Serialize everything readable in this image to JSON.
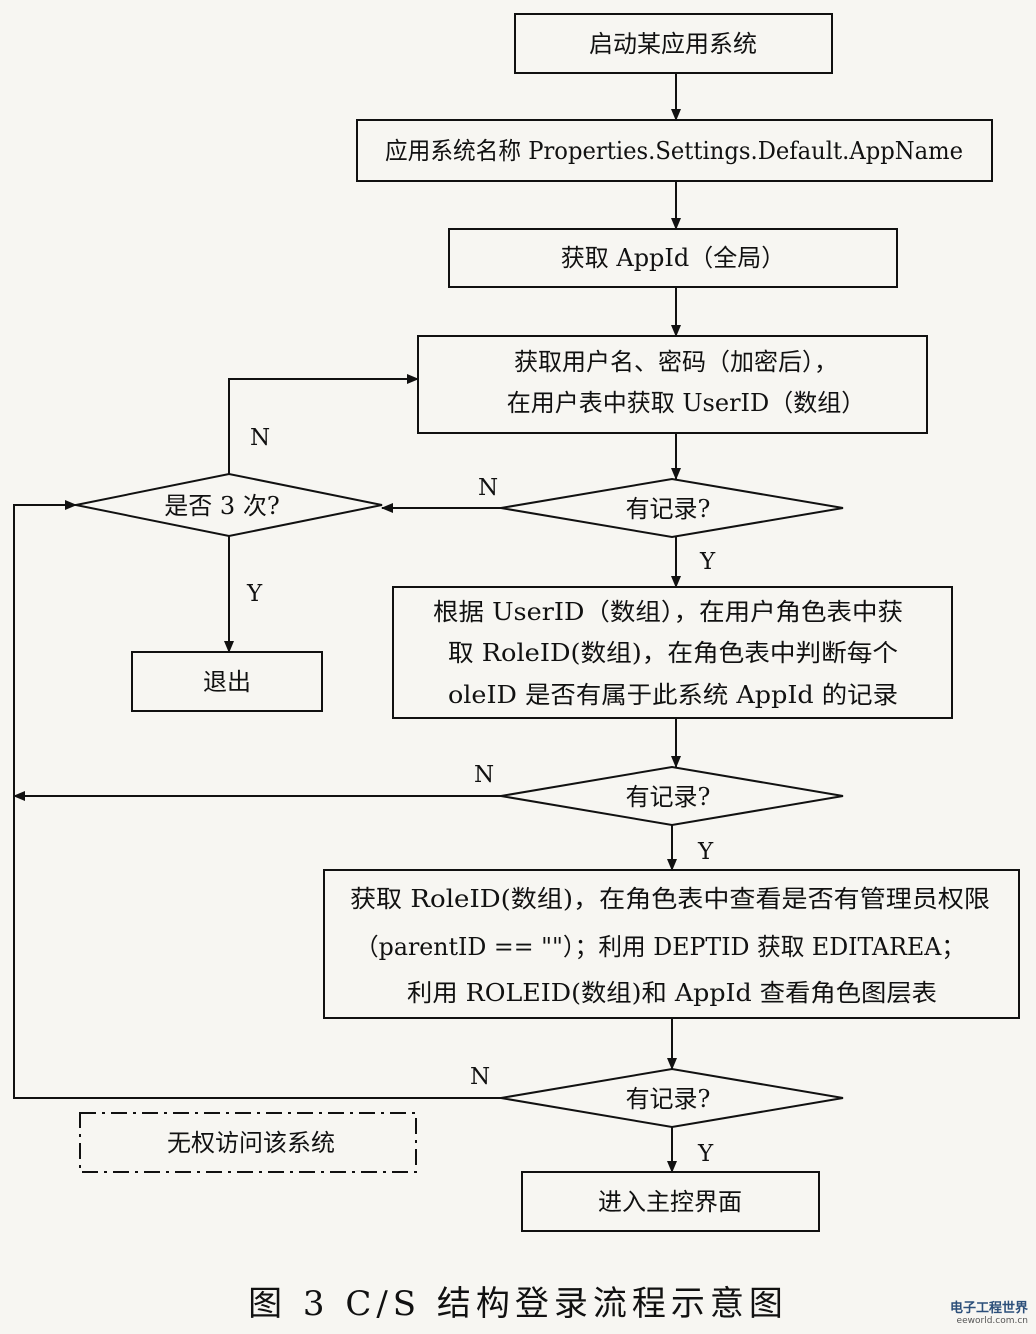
{
  "nodes": {
    "start": "启动某应用系统",
    "appname": "应用系统名称 Properties.Settings.Default.AppName",
    "appid": "获取 AppId（全局）",
    "login_1": "获取用户名、密码（加密后），",
    "login_2": "在用户表中获取 UserID（数组）",
    "check1": "有记录?",
    "retry": "是否 3 次?",
    "exit": "退出",
    "role_1": "根据 UserID（数组），在用户角色表中获",
    "role_2": "取 RoleID(数组)，在角色表中判断每个",
    "role_3": "oleID 是否有属于此系统 AppId 的记录",
    "check2": "有记录?",
    "admin_1": "获取 RoleID(数组)，在角色表中查看是否有管理员权限",
    "admin_2": "（parentID == \"\"）；利用 DEPTID 获取 EDITAREA；",
    "admin_3": "利用 ROLEID(数组)和 AppId 查看角色图层表",
    "check3": "有记录?",
    "main": "进入主控界面",
    "denied": "无权访问该系统"
  },
  "labels": {
    "yes": "Y",
    "no": "N"
  },
  "caption": "图 3   C/S 结构登录流程示意图",
  "watermark": {
    "name": "电子工程世界",
    "site": "eeworld.com.cn"
  }
}
